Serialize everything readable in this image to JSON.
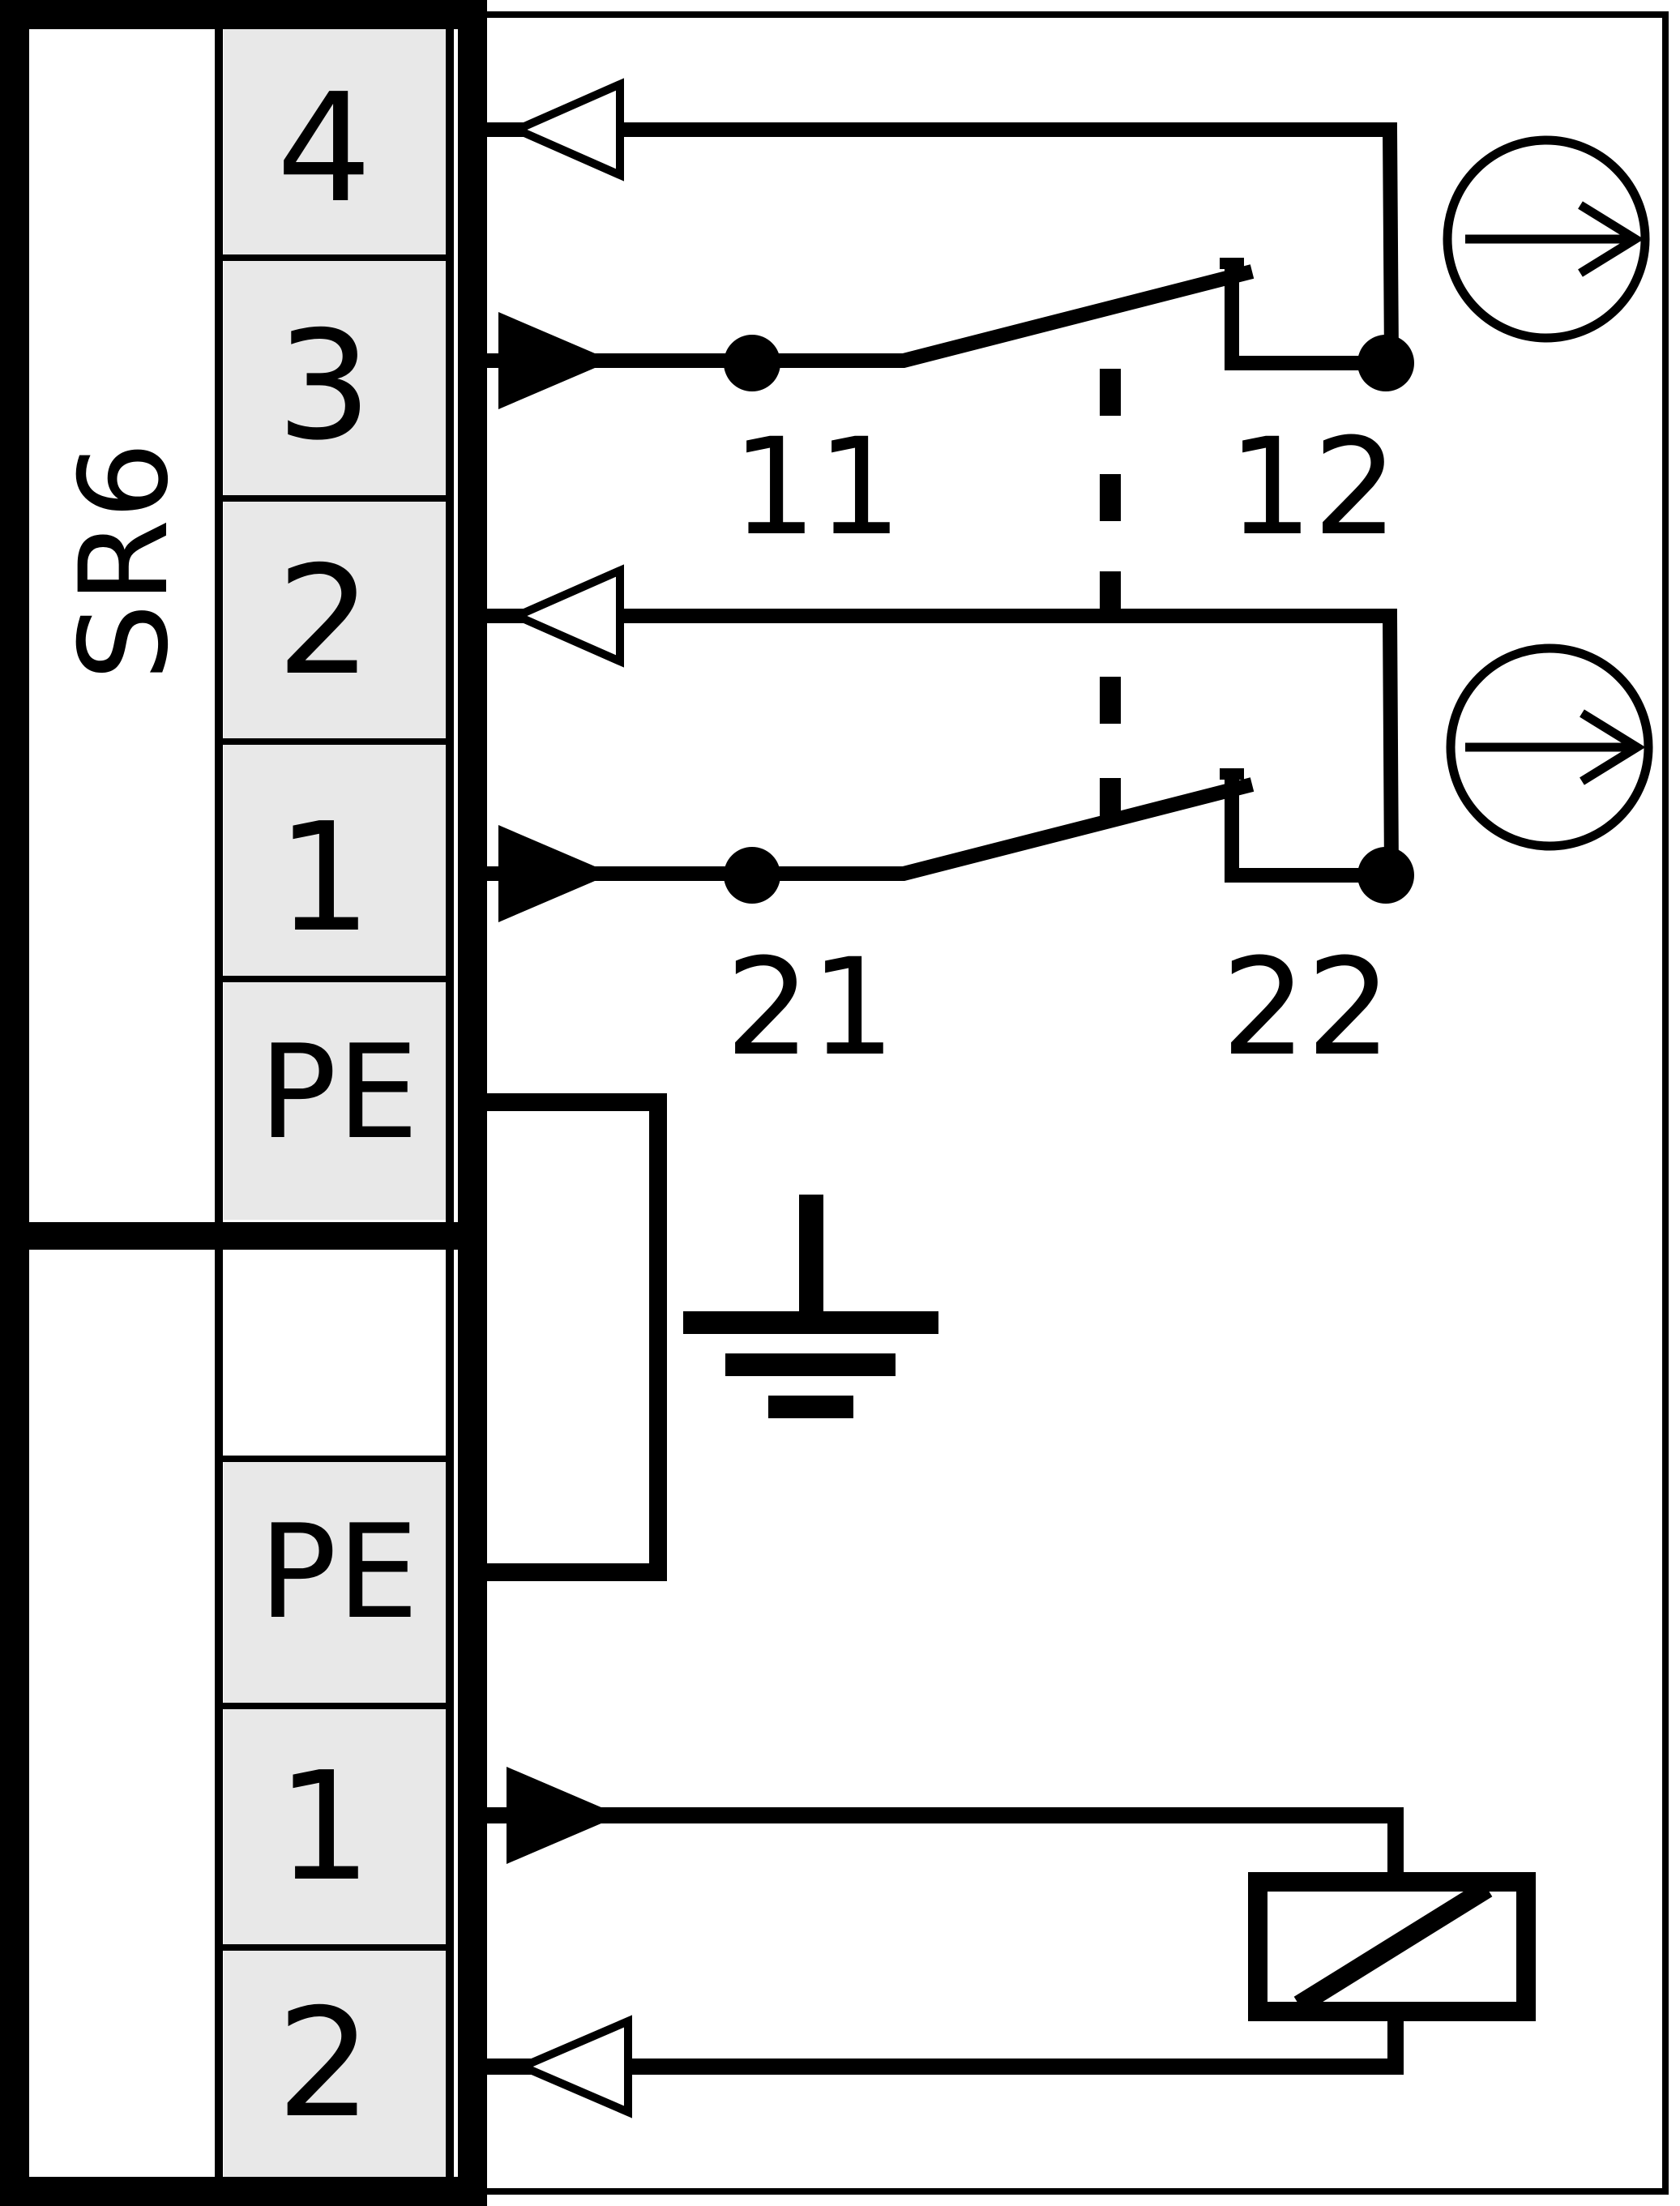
{
  "device_label": "SR6",
  "upper_pins": [
    {
      "label": "4"
    },
    {
      "label": "3"
    },
    {
      "label": "2"
    },
    {
      "label": "1"
    },
    {
      "label": "PE"
    }
  ],
  "lower_pins": [
    {
      "label": ""
    },
    {
      "label": "PE"
    },
    {
      "label": "1"
    },
    {
      "label": "2"
    }
  ],
  "contacts": {
    "top": {
      "left": "11",
      "right": "12"
    },
    "bottom": {
      "left": "21",
      "right": "22"
    }
  }
}
